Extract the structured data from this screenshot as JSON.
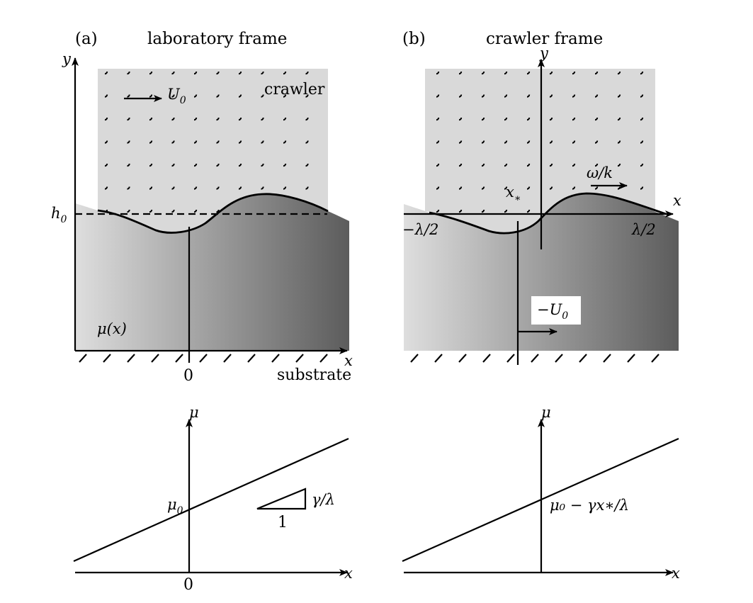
{
  "panel_a": {
    "label": "(a)",
    "title": "laboratory frame",
    "axis_y": "y",
    "axis_x": "x",
    "h0_main": "h",
    "h0_sub": "0",
    "velocity_main": "U",
    "velocity_sub": "0",
    "crawler_label": "crawler",
    "mu_label": "μ(x)",
    "origin_label": "0",
    "substrate_label": "substrate"
  },
  "panel_b": {
    "label": "(b)",
    "title": "crawler frame",
    "axis_y": "y",
    "axis_x": "x",
    "xstar_main": "x",
    "xstar_sub": "∗",
    "wave_speed_label": "ω/k",
    "left_period_label": "−λ/2",
    "right_period_label": "λ/2",
    "velocity_main": "−U",
    "velocity_sub": "0"
  },
  "panel_c": {
    "axis_y": "μ",
    "axis_x": "x",
    "intercept_main": "μ",
    "intercept_sub": "0",
    "slope_rise": "γ/λ",
    "slope_run": "1",
    "origin_label": "0"
  },
  "panel_d": {
    "axis_y": "μ",
    "axis_x": "x",
    "intercept_label": "μ₀ − γx∗/λ"
  },
  "colors": {
    "crawler_fill": "#d9d9d9",
    "substrate_light": "#e0e0e0",
    "substrate_dark": "#5c5c5c",
    "ink": "#000000"
  }
}
